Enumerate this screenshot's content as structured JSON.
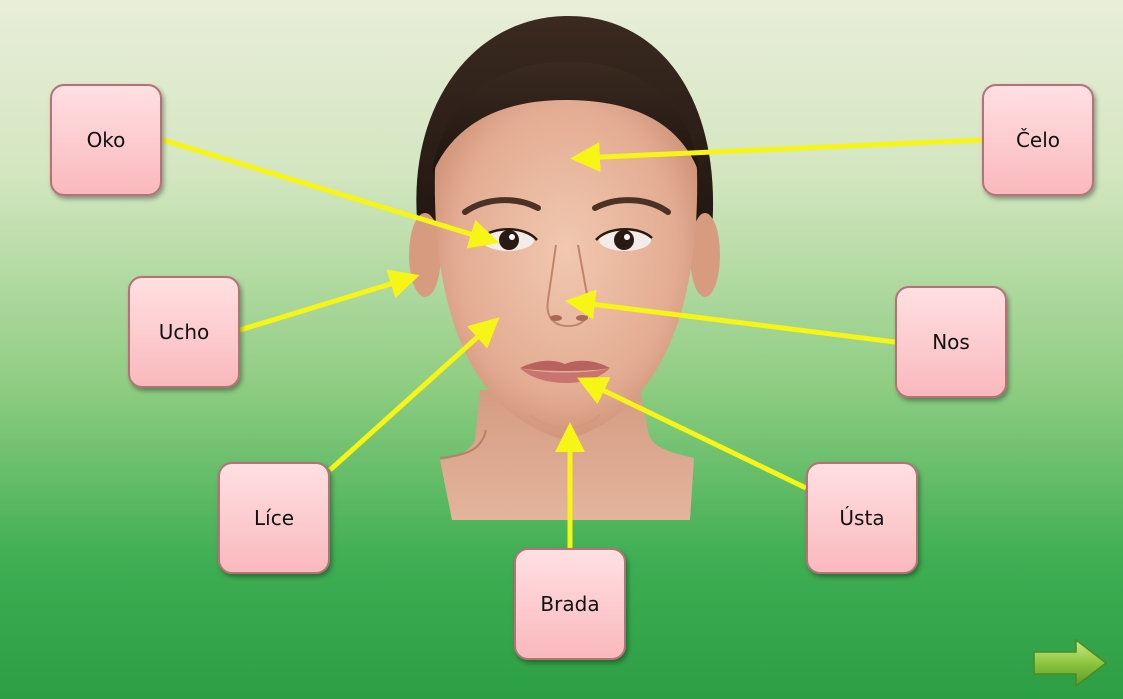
{
  "labels": {
    "oko": "Oko",
    "celo": "Čelo",
    "ucho": "Ucho",
    "nos": "Nos",
    "lice": "Líce",
    "usta": "Ústa",
    "brada": "Brada"
  },
  "colors": {
    "arrow": "#f7f516",
    "box_top": "#ffe0e2",
    "box_bottom": "#f9b9bd",
    "background_top": "#e9eed9",
    "background_bottom": "#2c9e44",
    "next_arrow": "#8cc63f"
  },
  "icons": {
    "next": "right-arrow-icon",
    "image": "face-photo"
  }
}
